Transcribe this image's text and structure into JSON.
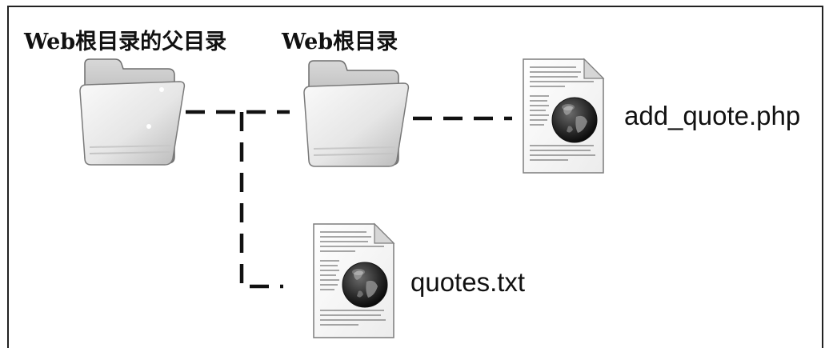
{
  "nodes": {
    "parent_folder": {
      "label": "Web根目录的父目录",
      "icon": "folder-icon"
    },
    "web_root_folder": {
      "label": "Web根目录",
      "icon": "folder-icon"
    },
    "add_quote_file": {
      "label": "add_quote.php",
      "icon": "web-document-icon"
    },
    "quotes_file": {
      "label": "quotes.txt",
      "icon": "web-document-icon"
    }
  },
  "colors": {
    "line": "#111111",
    "frame": "#222222",
    "folder_light": "#f4f4f4",
    "folder_dark": "#9a9a9a"
  }
}
